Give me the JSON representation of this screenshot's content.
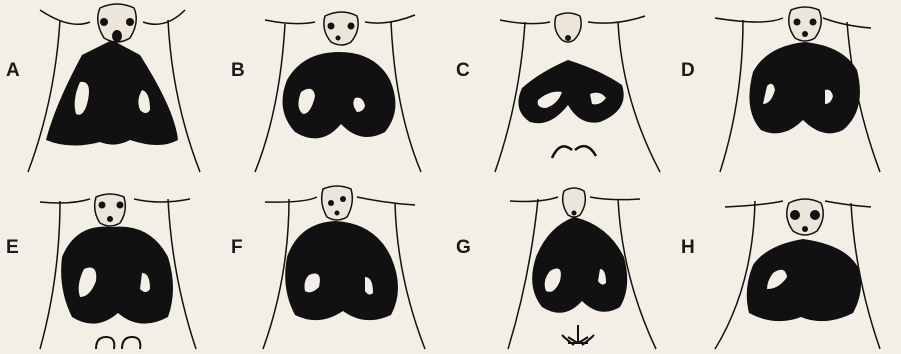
{
  "figure": {
    "panels": [
      {
        "label": "A",
        "mark": "none"
      },
      {
        "label": "B",
        "mark": "none"
      },
      {
        "label": "C",
        "mark": "double-arc"
      },
      {
        "label": "D",
        "mark": "none"
      },
      {
        "label": "E",
        "mark": "double-loop"
      },
      {
        "label": "F",
        "mark": "none"
      },
      {
        "label": "G",
        "mark": "trident"
      },
      {
        "label": "H",
        "mark": "none"
      }
    ],
    "colors": {
      "ink": "#111111",
      "paper": "#f3efe7",
      "head_fill": "#ece6da"
    }
  }
}
